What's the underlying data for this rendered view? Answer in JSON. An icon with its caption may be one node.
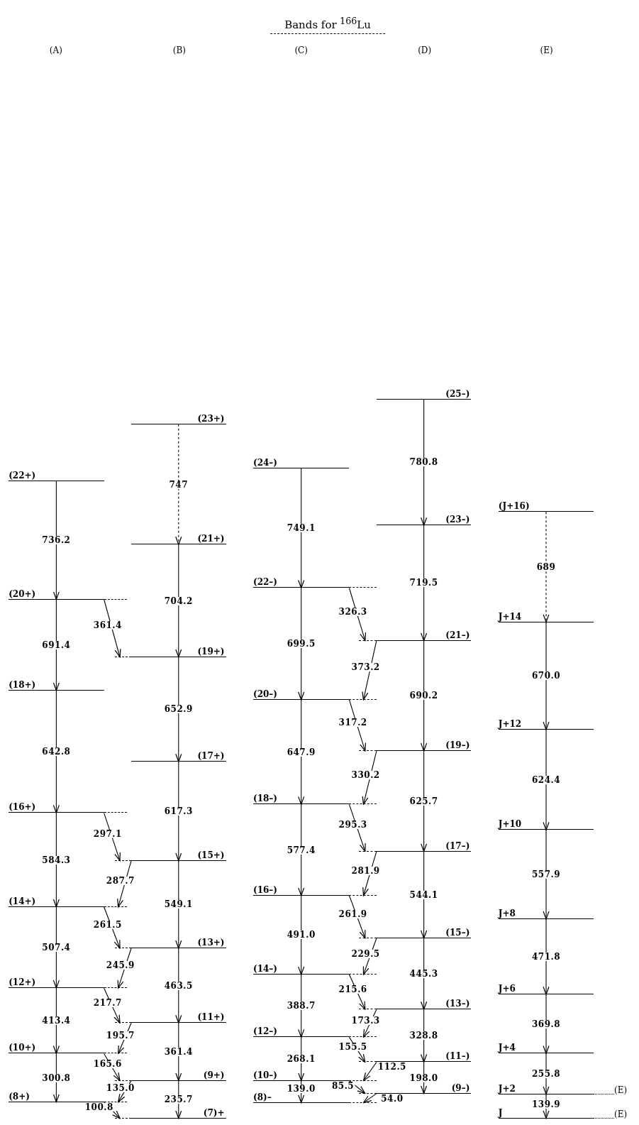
{
  "diagram": {
    "title": "Bands for $^{166}$Lu",
    "nodes": [
      {
        "text": [
          "(22+)"
        ]
      },
      {
        "text": [
          "(20+)"
        ]
      },
      {
        "text": [
          "(18+)"
        ]
      },
      {
        "text": [
          "(16+)"
        ]
      },
      {
        "text": [
          "(14+)"
        ]
      },
      {
        "text": [
          "(12+)"
        ]
      },
      {
        "text": [
          "(10+)"
        ]
      },
      {
        "text": [
          "(8+)"
        ]
      },
      {
        "text": [
          "(23+)"
        ]
      },
      {
        "text": [
          "(21+)"
        ]
      },
      {
        "text": [
          "(19+)"
        ]
      },
      {
        "text": [
          "(17+)"
        ]
      },
      {
        "text": [
          "(15+)"
        ]
      },
      {
        "text": [
          "(13+)"
        ]
      },
      {
        "text": [
          "(11+)"
        ]
      },
      {
        "text": [
          "(9+)"
        ]
      },
      {
        "text": [
          "(7)+"
        ]
      },
      {
        "text": [
          "(24–)"
        ]
      },
      {
        "text": [
          "(22–)"
        ]
      },
      {
        "text": [
          "(20–)"
        ]
      },
      {
        "text": [
          "(18–)"
        ]
      },
      {
        "text": [
          "(16–)"
        ]
      },
      {
        "text": [
          "(14–)"
        ]
      },
      {
        "text": [
          "(12–)"
        ]
      },
      {
        "text": [
          "(10–)"
        ]
      },
      {
        "text": [
          "(8)–"
        ]
      },
      {
        "text": [
          "(25–)"
        ]
      },
      {
        "text": [
          "(23–)"
        ]
      },
      {
        "text": [
          "(21–)"
        ]
      },
      {
        "text": [
          "(19–)"
        ]
      },
      {
        "text": [
          "(17–)"
        ]
      },
      {
        "text": [
          "(15–)"
        ]
      },
      {
        "text": [
          "(13–)"
        ]
      },
      {
        "text": [
          "(11–)"
        ]
      },
      {
        "text": [
          "(9–)"
        ]
      },
      {
        "text": [
          "(J+16)"
        ]
      },
      {
        "text": [
          "J+14"
        ]
      },
      {
        "text": [
          "J+12"
        ]
      },
      {
        "text": [
          "J+10"
        ]
      },
      {
        "text": [
          "J+8"
        ]
      },
      {
        "text": [
          "J+6"
        ]
      },
      {
        "text": [
          "J+4"
        ]
      },
      {
        "text": [
          "J+2"
        ],
        "beside": [
          "(E)"
        ]
      },
      {
        "text": [
          "J"
        ],
        "beside": [
          "(E)"
        ]
      }
    ],
    "edges": [
      {
        "from": 0,
        "to": 1,
        "arrow": "to",
        "label": "736.2"
      },
      {
        "from": 1,
        "to": 2,
        "arrow": "to",
        "label": "691.4"
      },
      {
        "from": 2,
        "to": 3,
        "arrow": "to",
        "label": "642.8"
      },
      {
        "from": 3,
        "to": 4,
        "arrow": "to",
        "label": "584.3"
      },
      {
        "from": 4,
        "to": 5,
        "arrow": "to",
        "label": "507.4"
      },
      {
        "from": 5,
        "to": 6,
        "arrow": "to",
        "label": "413.4"
      },
      {
        "from": 6,
        "to": 7,
        "arrow": "to",
        "label": "300.8"
      },
      {
        "from": 8,
        "to": 9,
        "arrow": "to",
        "label": "747",
        "style": "dashed"
      },
      {
        "from": 9,
        "to": 10,
        "arrow": "to",
        "label": "704.2"
      },
      {
        "from": 10,
        "to": 11,
        "arrow": "to",
        "label": "652.9"
      },
      {
        "from": 11,
        "to": 12,
        "arrow": "to",
        "label": "617.3"
      },
      {
        "from": 12,
        "to": 13,
        "arrow": "to",
        "label": "549.1"
      },
      {
        "from": 13,
        "to": 14,
        "arrow": "to",
        "label": "463.5"
      },
      {
        "from": 14,
        "to": 15,
        "arrow": "to",
        "label": "361.4"
      },
      {
        "from": 15,
        "to": 16,
        "arrow": "to",
        "label": "235.7"
      },
      {
        "from": 1,
        "to": 10,
        "arrow": "to",
        "label": "361.4"
      },
      {
        "from": 3,
        "to": 12,
        "arrow": "to",
        "label": "297.1"
      },
      {
        "from": 12,
        "to": 4,
        "arrow": "to",
        "label": "287.7"
      },
      {
        "from": 4,
        "to": 13,
        "arrow": "to",
        "label": "261.5"
      },
      {
        "from": 13,
        "to": 5,
        "arrow": "to",
        "label": "245.9"
      },
      {
        "from": 5,
        "to": 14,
        "arrow": "to",
        "label": "217.7"
      },
      {
        "from": 14,
        "to": 6,
        "arrow": "to",
        "label": "195.7"
      },
      {
        "from": 6,
        "to": 15,
        "arrow": "to",
        "label": "165.6"
      },
      {
        "from": 15,
        "to": 7,
        "arrow": "to",
        "label": "135.0"
      },
      {
        "from": 7,
        "to": 16,
        "arrow": "to",
        "label": "100.8"
      },
      {
        "from": 17,
        "to": 18,
        "arrow": "to",
        "label": "749.1"
      },
      {
        "from": 18,
        "to": 19,
        "arrow": "to",
        "label": "699.5"
      },
      {
        "from": 19,
        "to": 20,
        "arrow": "to",
        "label": "647.9"
      },
      {
        "from": 20,
        "to": 21,
        "arrow": "to",
        "label": "577.4"
      },
      {
        "from": 21,
        "to": 22,
        "arrow": "to",
        "label": "491.0"
      },
      {
        "from": 22,
        "to": 23,
        "arrow": "to",
        "label": "388.7"
      },
      {
        "from": 23,
        "to": 24,
        "arrow": "to",
        "label": "268.1"
      },
      {
        "from": 24,
        "to": 25,
        "arrow": "to",
        "label": "139.0"
      },
      {
        "from": 26,
        "to": 27,
        "arrow": "to",
        "label": "780.8"
      },
      {
        "from": 27,
        "to": 28,
        "arrow": "to",
        "label": "719.5"
      },
      {
        "from": 28,
        "to": 29,
        "arrow": "to",
        "label": "690.2"
      },
      {
        "from": 29,
        "to": 30,
        "arrow": "to",
        "label": "625.7"
      },
      {
        "from": 30,
        "to": 31,
        "arrow": "to",
        "label": "544.1"
      },
      {
        "from": 31,
        "to": 32,
        "arrow": "to",
        "label": "445.3"
      },
      {
        "from": 32,
        "to": 33,
        "arrow": "to",
        "label": "328.8"
      },
      {
        "from": 33,
        "to": 34,
        "arrow": "to",
        "label": "198.0"
      },
      {
        "from": 18,
        "to": 28,
        "arrow": "to",
        "label": "326.3"
      },
      {
        "from": 28,
        "to": 19,
        "arrow": "to",
        "label": "373.2"
      },
      {
        "from": 19,
        "to": 29,
        "arrow": "to",
        "label": "317.2"
      },
      {
        "from": 29,
        "to": 20,
        "arrow": "to",
        "label": "330.2"
      },
      {
        "from": 20,
        "to": 30,
        "arrow": "to",
        "label": "295.3"
      },
      {
        "from": 30,
        "to": 21,
        "arrow": "to",
        "label": "281.9"
      },
      {
        "from": 21,
        "to": 31,
        "arrow": "to",
        "label": "261.9"
      },
      {
        "from": 31,
        "to": 22,
        "arrow": "to",
        "label": "229.5"
      },
      {
        "from": 22,
        "to": 32,
        "arrow": "to",
        "label": "215.6"
      },
      {
        "from": 32,
        "to": 23,
        "arrow": "to",
        "label": "173.3"
      },
      {
        "from": 23,
        "to": 33,
        "arrow": "to",
        "label": "155.5"
      },
      {
        "from": 33,
        "to": 24,
        "arrow": "to",
        "label": "112.5"
      },
      {
        "from": 24,
        "to": 34,
        "arrow": "to",
        "label": "85.5"
      },
      {
        "from": 34,
        "to": 25,
        "arrow": "to",
        "label": "54.0"
      },
      {
        "from": 35,
        "to": 36,
        "arrow": "to",
        "label": "689",
        "style": "dashed"
      },
      {
        "from": 36,
        "to": 37,
        "arrow": "to",
        "label": "670.0"
      },
      {
        "from": 37,
        "to": 38,
        "arrow": "to",
        "label": "624.4"
      },
      {
        "from": 38,
        "to": 39,
        "arrow": "to",
        "label": "557.9"
      },
      {
        "from": 39,
        "to": 40,
        "arrow": "to",
        "label": "471.8"
      },
      {
        "from": 40,
        "to": 41,
        "arrow": "to",
        "label": "369.8"
      },
      {
        "from": 41,
        "to": 42,
        "arrow": "to",
        "label": "255.8"
      },
      {
        "from": 42,
        "to": 43,
        "arrow": "to",
        "label": "139.9"
      }
    ],
    "labels": [
      "(A)",
      "(B)",
      "(C)",
      "(D)",
      "(E)"
    ]
  }
}
